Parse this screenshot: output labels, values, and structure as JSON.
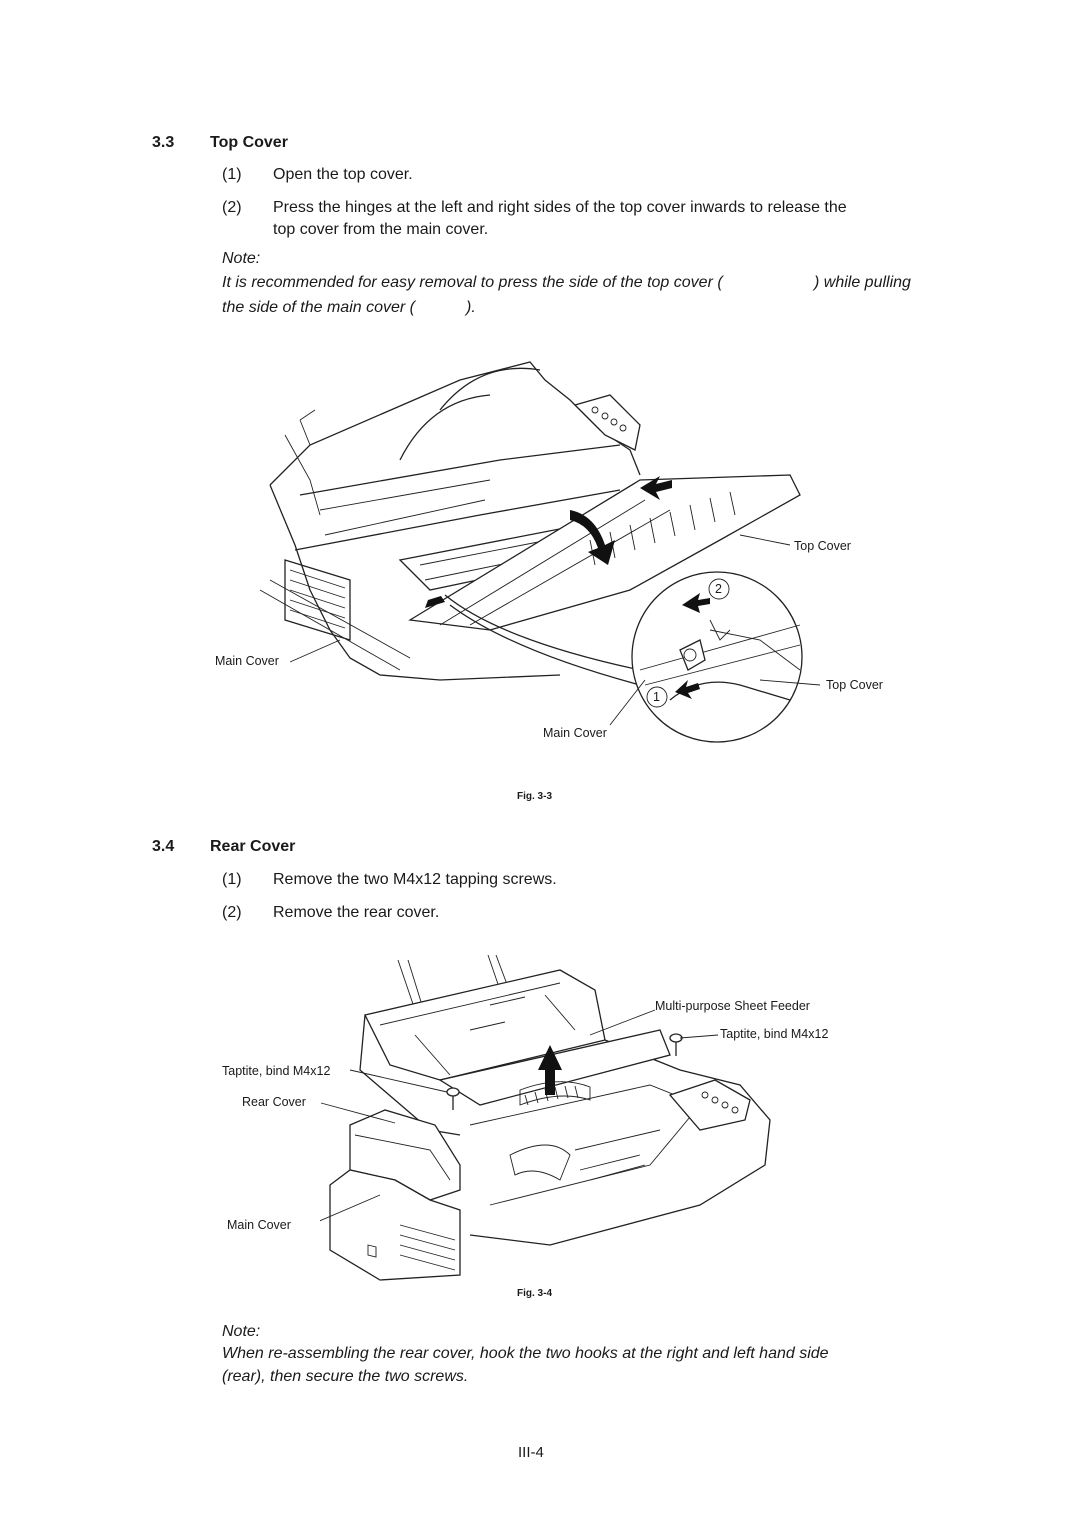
{
  "section_3_3": {
    "number": "3.3",
    "title": "Top Cover",
    "steps": [
      {
        "num": "(1)",
        "text": "Open the top cover."
      },
      {
        "num": "(2)",
        "text_line1": "Press the hinges at the left and right sides of the top cover inwards to release the",
        "text_line2": "top cover from the main cover."
      }
    ],
    "note_label": "Note:",
    "note_line1_a": "It is recommended for easy removal to press the side of the top cover (",
    "note_line1_b": ") while pulling",
    "note_line2_a": "the side of the main cover (",
    "note_line2_b": ")."
  },
  "figure_3_3": {
    "label": "Fig. 3-3",
    "callouts": {
      "top_cover_1": "Top Cover",
      "top_cover_2": "Top Cover",
      "main_cover_1": "Main Cover",
      "main_cover_2": "Main Cover",
      "num_1": "1",
      "num_2": "2"
    }
  },
  "section_3_4": {
    "number": "3.4",
    "title": "Rear Cover",
    "steps": [
      {
        "num": "(1)",
        "text": "Remove the two M4x12 tapping screws."
      },
      {
        "num": "(2)",
        "text": "Remove the rear cover."
      }
    ]
  },
  "figure_3_4": {
    "label": "Fig. 3-4",
    "callouts": {
      "feeder": "Multi-purpose Sheet Feeder",
      "screw_right": "Taptite, bind M4x12",
      "screw_left": "Taptite, bind M4x12",
      "rear_cover": "Rear Cover",
      "main_cover": "Main Cover"
    }
  },
  "note_bottom": {
    "label": "Note:",
    "line1": "When re-assembling the rear cover, hook the two hooks at the right and left hand side",
    "line2": "(rear), then secure the two screws."
  },
  "page_number": "III-4"
}
